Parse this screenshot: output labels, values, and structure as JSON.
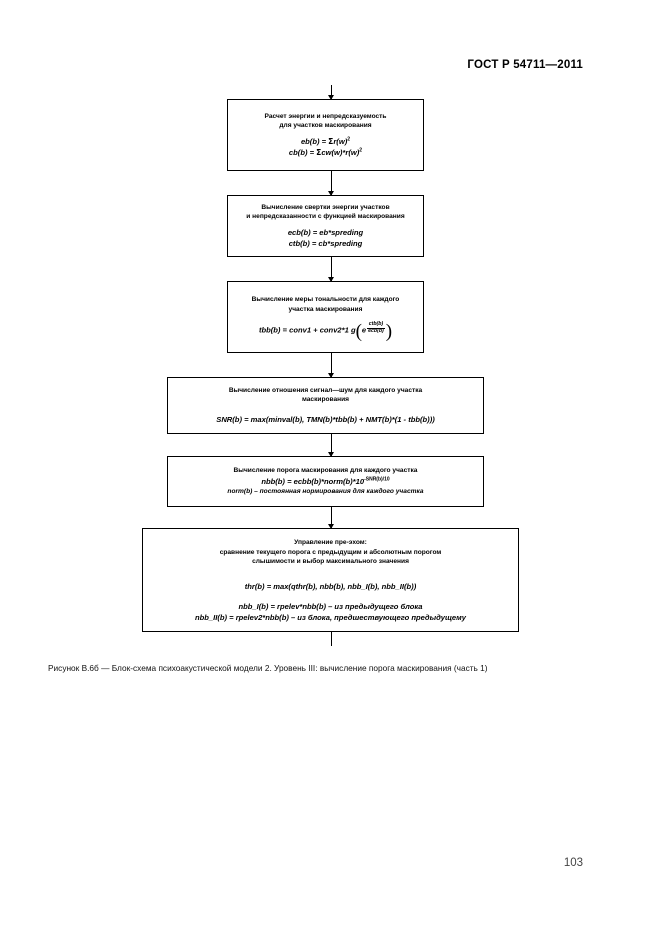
{
  "document": {
    "header": "ГОСТ Р 54711—2011",
    "page_number": "103",
    "caption": "Рисунок В.6б — Блок-схема психоакустической модели 2. Уровень III: вычисление порога маскирования (часть 1)"
  },
  "flowchart": {
    "type": "flowchart",
    "orientation": "top-to-bottom",
    "nodes": [
      {
        "id": "energy",
        "title_line1": "Расчет энергии и непредсказуемость",
        "title_line2": "для участков маскирования",
        "formula1_lhs": "eb(b) = ",
        "formula1_sigma": "Σ",
        "formula1_rhs": "r(w)",
        "formula1_pow": "2",
        "formula2_lhs": "cb(b) = ",
        "formula2_sigma": "Σ",
        "formula2_rhs": "cw(w)*r(w)",
        "formula2_pow": "2"
      },
      {
        "id": "convolution",
        "title_line1": "Вычисление свертки энергии участков",
        "title_line2": "и непредсказанности с функцией маскирования",
        "formula1": "ecb(b) = eb*spreding",
        "formula2": "ctb(b) = cb*spreding"
      },
      {
        "id": "tonality",
        "title_line1": "Вычисление меры тональности для каждого",
        "title_line2": "участка маскирования",
        "formula_lhs": "tbb(b) = conv1 + conv2*1",
        "formula_log": "g",
        "formula_base": "e",
        "frac_num": "ctb(b)",
        "frac_den": "ecb(b)"
      },
      {
        "id": "snr",
        "title_line1": "Вычисление отношения сигнал—шум для каждого участка",
        "title_line2": "маскирования",
        "formula": "SNR(b) = max(minval(b), TMN(b)*tbb(b) + NMT(b)*(1 - tbb(b)))"
      },
      {
        "id": "threshold",
        "title_line1": "Вычисление порога маскирования для каждого участка",
        "formula_lhs": "nbb(b) = ecbb(b)*norm(b)*10",
        "formula_exp": "-SNR(b)/10",
        "note": "norm(b) – постоянная нормирования для каждого участка"
      },
      {
        "id": "pre-echo-control",
        "title_line1": "Управление пре-эхом:",
        "title_line2": "сравнение текущего порога с предыдущим и абсолютным порогом",
        "title_line3": "слышимости и выбор максимального значения",
        "formula1": "thr(b) = max(qthr(b), nbb(b), nbb_I(b), nbb_II(b))",
        "formula2": "nbb_I(b) = rpelev*nbb(b) – из предыдущего блока",
        "formula3": "nbb_II(b) = rpelev2*nbb(b) – из блока, предшествующего предыдущему"
      }
    ],
    "connectors": [
      {
        "from": "input",
        "to": "energy"
      },
      {
        "from": "energy",
        "to": "convolution"
      },
      {
        "from": "convolution",
        "to": "tonality"
      },
      {
        "from": "tonality",
        "to": "snr"
      },
      {
        "from": "snr",
        "to": "threshold"
      },
      {
        "from": "threshold",
        "to": "pre-echo-control"
      },
      {
        "from": "pre-echo-control",
        "to": "output"
      }
    ]
  }
}
